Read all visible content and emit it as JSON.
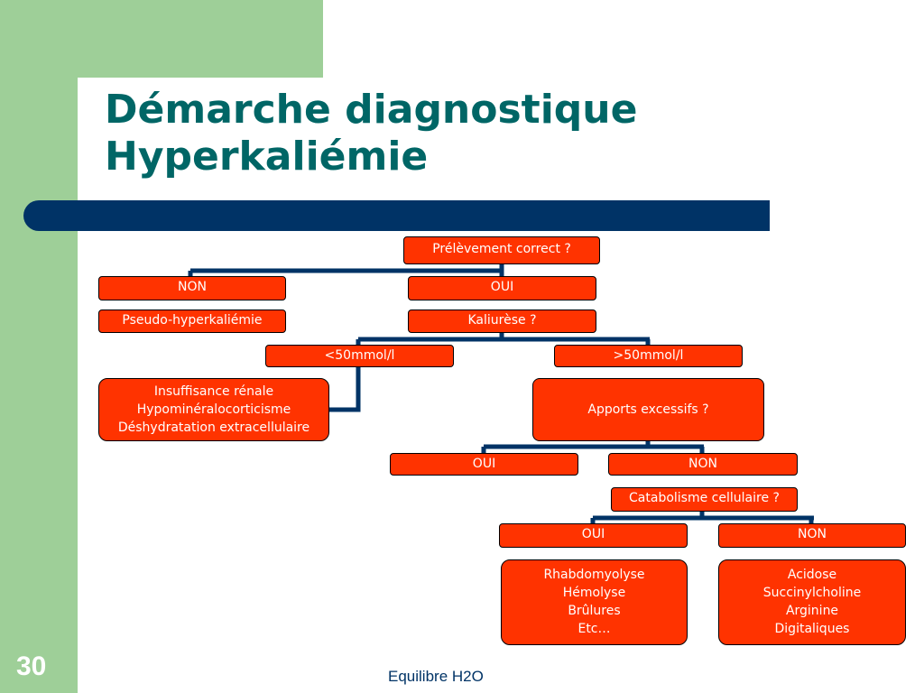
{
  "slide": {
    "title_lines": [
      "Démarche diagnostique",
      "Hyperkaliémie"
    ],
    "page_number": "30",
    "footer": "Equilibre H2O"
  },
  "colors": {
    "background_band": "#9ecf98",
    "title": "#006666",
    "bar": "#003366",
    "box_fill": "#ff3300",
    "box_text": "#ffffff",
    "connector": "#003366"
  },
  "diagram": {
    "root": "Prélèvement correct ?",
    "level1": {
      "no": "NON",
      "yes": "OUI"
    },
    "pseudo": "Pseudo-hyperkaliémie",
    "kaliurese": "Kaliurèse ?",
    "kaliurese_low": "<50mmol/l",
    "kaliurese_high": ">50mmol/l",
    "low_causes": [
      "Insuffisance rénale",
      "Hypominéralocorticisme",
      "Déshydratation extracellulaire"
    ],
    "apports": "Apports excessifs ?",
    "apports_answers": {
      "yes": "OUI",
      "no": "NON"
    },
    "catabolisme": "Catabolisme cellulaire ?",
    "catabolisme_answers": {
      "yes": "OUI",
      "no": "NON"
    },
    "catabolisme_yes_causes": [
      "Rhabdomyolyse",
      "Hémolyse",
      "Brûlures",
      "Etc…"
    ],
    "catabolisme_no_causes": [
      "Acidose",
      "Succinylcholine",
      "Arginine",
      "Digitaliques"
    ]
  }
}
